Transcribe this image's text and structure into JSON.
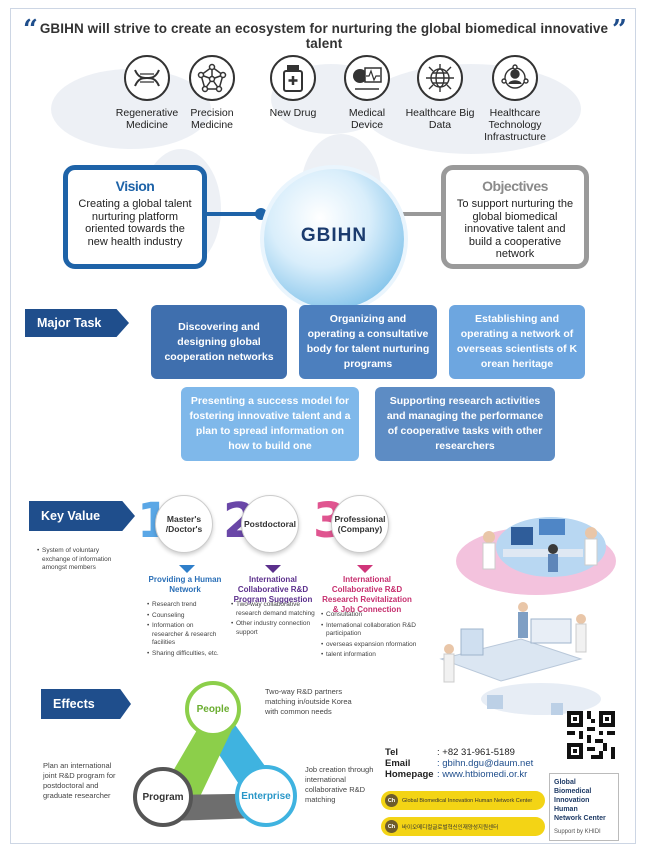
{
  "header": {
    "headline": "GBIHN will strive to create an ecosystem for nurturing the global biomedical innovative talent"
  },
  "icons": [
    {
      "icon": "dna-icon",
      "label": "Regenerative Medicine"
    },
    {
      "icon": "network-molecule-icon",
      "label": "Precision Medicine"
    },
    {
      "icon": "pill-bottle-icon",
      "label": "New Drug"
    },
    {
      "icon": "medical-monitor-icon",
      "label": "Medical Device"
    },
    {
      "icon": "data-globe-icon",
      "label": "Healthcare Big Data"
    },
    {
      "icon": "tech-network-icon",
      "label": "Healthcare Technology Infrastructure"
    }
  ],
  "vision": {
    "title": "Vision",
    "text": "Creating a global talent nurturing platform oriented towards the new health industry"
  },
  "center": {
    "label": "GBIHN"
  },
  "objectives": {
    "title": "Objectives",
    "text": "To support nurturing the global biomedical innovative talent and build a cooperative network"
  },
  "major_task": {
    "label": "Major Task",
    "tasks": [
      "Discovering and designing global cooperation networks",
      "Organizing and operating a consultative body for talent nurturing programs",
      "Establishing and operating a network of overseas scientists of K orean heritage",
      "Presenting a success model for fostering innovative talent and a plan to spread information on how to build one",
      "Supporting research activities and managing the performance of cooperative tasks with other researchers"
    ]
  },
  "key_value": {
    "label": "Key Value",
    "side_note": "System of voluntary exchange of information amongst members",
    "stages": [
      {
        "num": "1",
        "name": "Master's /Doctor's",
        "color": "#3d8fd6",
        "heading": "Providing a Human Network",
        "items": [
          "Research trend",
          "Counseling",
          "Information on researcher & research facilities",
          "Sharing difficulties, etc."
        ]
      },
      {
        "num": "2",
        "name": "Postdoctoral",
        "color": "#5b2f8c",
        "heading": "International Collaborative R&D Program Suggestion",
        "items": [
          "Two-way collaborative research demand matching",
          "Other industry connection support"
        ]
      },
      {
        "num": "3",
        "name": "Professional (Company)",
        "color": "#d0357a",
        "heading": "International Collaborative R&D Research Revitalization & Job Connection",
        "items": [
          "Consultation",
          "International collaboration R&D participation",
          "overseas expansion nformation",
          "talent information"
        ]
      }
    ]
  },
  "effects": {
    "label": "Effects",
    "nodes": {
      "people": "People",
      "program": "Program",
      "enterprise": "Enterprise"
    },
    "notes": {
      "people": "Two-way R&D partners matching in/outside Korea with common needs",
      "program": "Plan an international joint R&D program for postdoctoral and graduate researcher",
      "enterprise": "Job creation through international collaborative R&D matching"
    }
  },
  "contact": {
    "tel_label": "Tel",
    "tel": ": +82 31-961-5189",
    "email_label": "Email",
    "email": ": gbihn.dgu@daum.net",
    "homepage_label": "Homepage",
    "homepage": ": www.htbiomedi.or.kr",
    "pill_icon": "Ch",
    "pill1": "Global Biomedical Innovation Human Network Center",
    "pill2": "바이오메디컬글로벌혁신인재양성지원센터"
  },
  "logo": {
    "lines": [
      "Global",
      "Biomedical",
      "Innovation",
      "Human",
      "Network Center"
    ],
    "support": "Support by KHIDI"
  },
  "colors": {
    "navy": "#1f4e8c",
    "light_blue": "#7fb4e6",
    "mid_blue": "#4d82c0",
    "gray": "#999999"
  }
}
